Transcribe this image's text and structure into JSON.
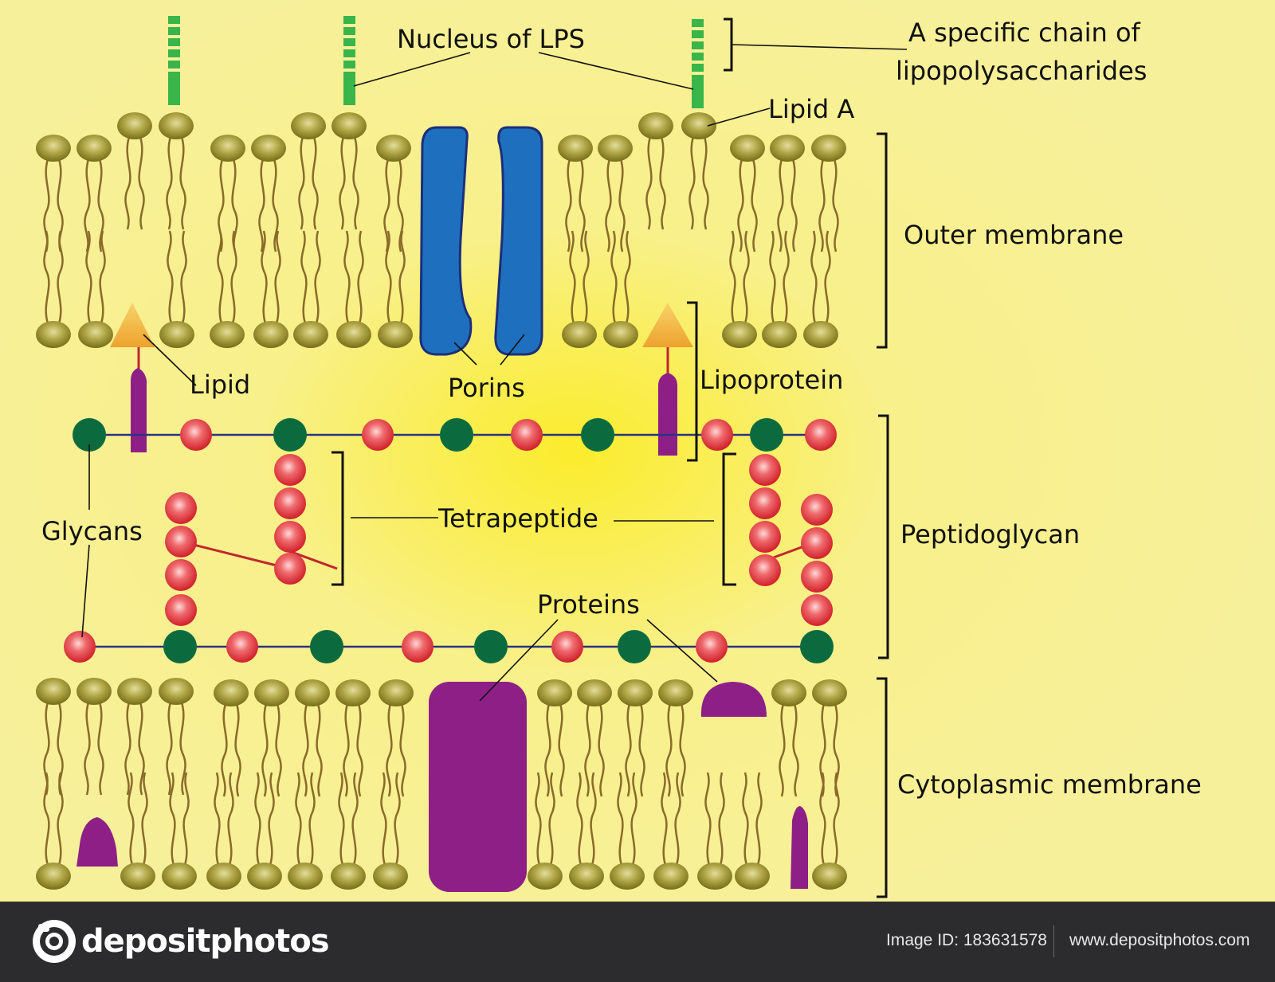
{
  "diagram": {
    "labels": {
      "nucleus_lps": "Nucleus of LPS",
      "specific_chain_line1": "A specific chain of",
      "specific_chain_line2": "lipopolysaccharides",
      "lipid_a": "Lipid A",
      "outer_membrane": "Outer membrane",
      "lipid": "Lipid",
      "porins": "Porins",
      "lipoprotein": "Lipoprotein",
      "glycans": "Glycans",
      "tetrapeptide": "Tetrapeptide",
      "peptidoglycan": "Peptidoglycan",
      "proteins": "Proteins",
      "cytoplasmic_membrane": "Cytoplasmic membrane"
    },
    "colors": {
      "background": "#f7ef8e",
      "lipid_head": "#a39a2a",
      "lipid_tail": "#8a6a2a",
      "lps_chain": "#39b54a",
      "porin": "#1f6fbf",
      "lipoprotein": "#8e1f87",
      "lipid_triangle": "#f2b23a",
      "nag_green": "#0b6b3f",
      "peptide_red": "#e8393f",
      "glycan_line": "#2a3480"
    }
  },
  "footer": {
    "brand": "depositphotos",
    "image_id": "Image ID: 183631578",
    "site": "www.depositphotos.com",
    "logo_icon": "camera-icon"
  }
}
